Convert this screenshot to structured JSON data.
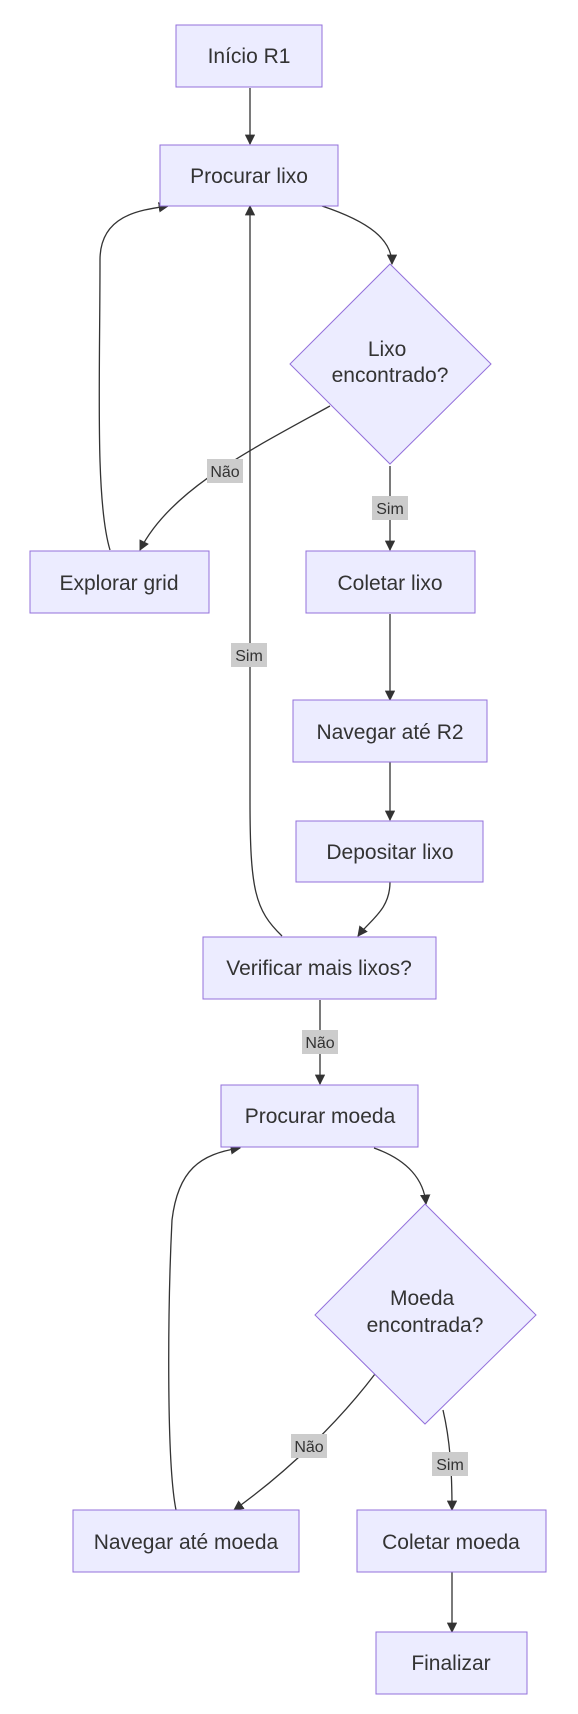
{
  "nodes": {
    "start": "Início R1",
    "search_trash": "Procurar lixo",
    "trash_found": [
      "Lixo",
      "encontrado?"
    ],
    "explore_grid": "Explorar grid",
    "collect_trash": "Coletar lixo",
    "navigate_r2": "Navegar até R2",
    "deposit_trash": "Depositar lixo",
    "check_more": "Verificar mais lixos?",
    "search_coin": "Procurar moeda",
    "coin_found": [
      "Moeda",
      "encontrada?"
    ],
    "navigate_coin": "Navegar até moeda",
    "collect_coin": "Coletar moeda",
    "finish": "Finalizar"
  },
  "edge_labels": {
    "trash_no": "Não",
    "trash_yes": "Sim",
    "more_yes": "Sim",
    "more_no": "Não",
    "coin_no": "Não",
    "coin_yes": "Sim"
  },
  "colors": {
    "node_fill": "#ECECFF",
    "node_stroke": "#9370DB",
    "edge": "#333333",
    "label_bg": "#cccccc"
  }
}
